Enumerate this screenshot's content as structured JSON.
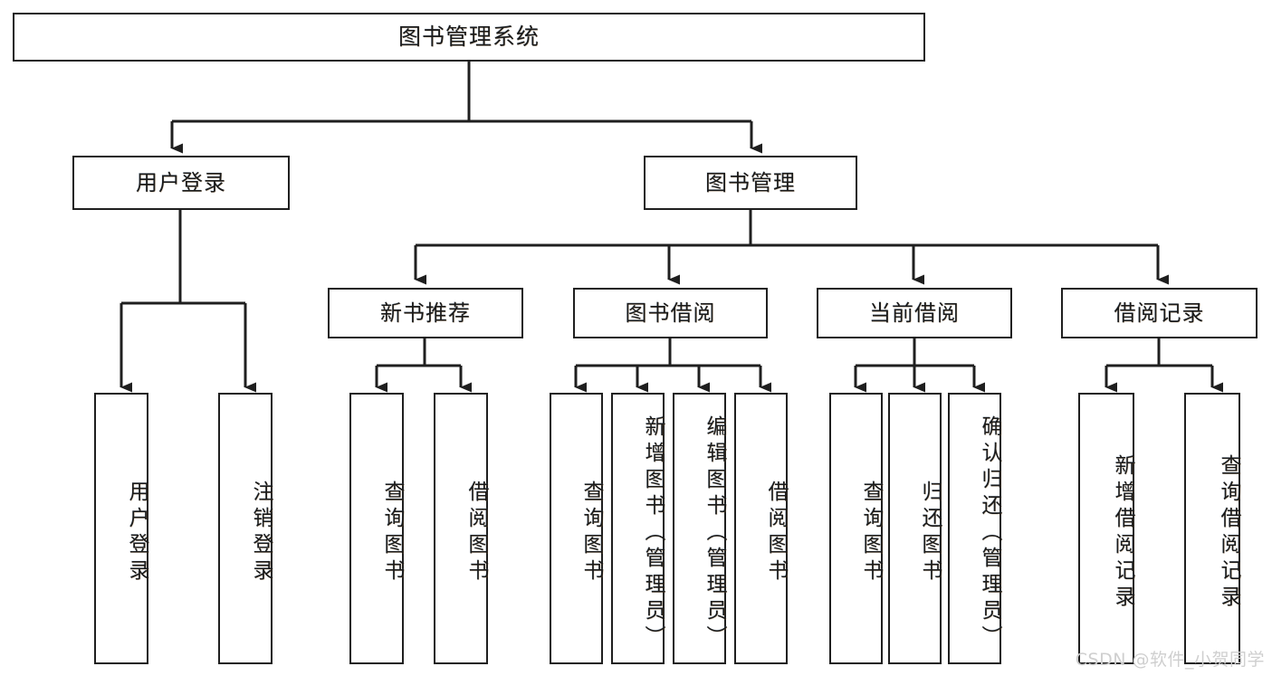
{
  "diagram": {
    "type": "tree",
    "title": "图书管理系统",
    "watermark": "CSDN @软件_小贺同学",
    "colors": {
      "stroke": "#1f1f1f",
      "fill": "#ffffff",
      "watermark": "#cfcfcf"
    },
    "levels": {
      "root": {
        "label": "图书管理系统"
      },
      "level2": [
        {
          "id": "user-login",
          "label": "用户登录"
        },
        {
          "id": "book-management",
          "label": "图书管理"
        }
      ],
      "level3": [
        {
          "id": "new-book-recommend",
          "label": "新书推荐"
        },
        {
          "id": "book-borrow",
          "label": "图书借阅"
        },
        {
          "id": "current-borrow",
          "label": "当前借阅"
        },
        {
          "id": "borrow-record",
          "label": "借阅记录"
        }
      ],
      "leaves": {
        "user-login": [
          {
            "id": "leaf-user-login",
            "label": "用户登录"
          },
          {
            "id": "leaf-logout-login",
            "label": "注销登录"
          }
        ],
        "new-book-recommend": [
          {
            "id": "leaf-query-book-1",
            "label": "查询图书"
          },
          {
            "id": "leaf-borrow-book-1",
            "label": "借阅图书"
          }
        ],
        "book-borrow": [
          {
            "id": "leaf-query-book-2",
            "label": "查询图书"
          },
          {
            "id": "leaf-add-book-admin",
            "label": "新增图书（管理员）"
          },
          {
            "id": "leaf-edit-book-admin",
            "label": "编辑图书（管理员）"
          },
          {
            "id": "leaf-borrow-book-2",
            "label": "借阅图书"
          }
        ],
        "current-borrow": [
          {
            "id": "leaf-query-book-3",
            "label": "查询图书"
          },
          {
            "id": "leaf-return-book",
            "label": "归还图书"
          },
          {
            "id": "leaf-confirm-return-admin",
            "label": "确认归还（管理员）"
          }
        ],
        "borrow-record": [
          {
            "id": "leaf-add-borrow-record",
            "label": "新增借阅记录"
          },
          {
            "id": "leaf-query-borrow-record",
            "label": "查询借阅记录"
          }
        ]
      }
    }
  }
}
